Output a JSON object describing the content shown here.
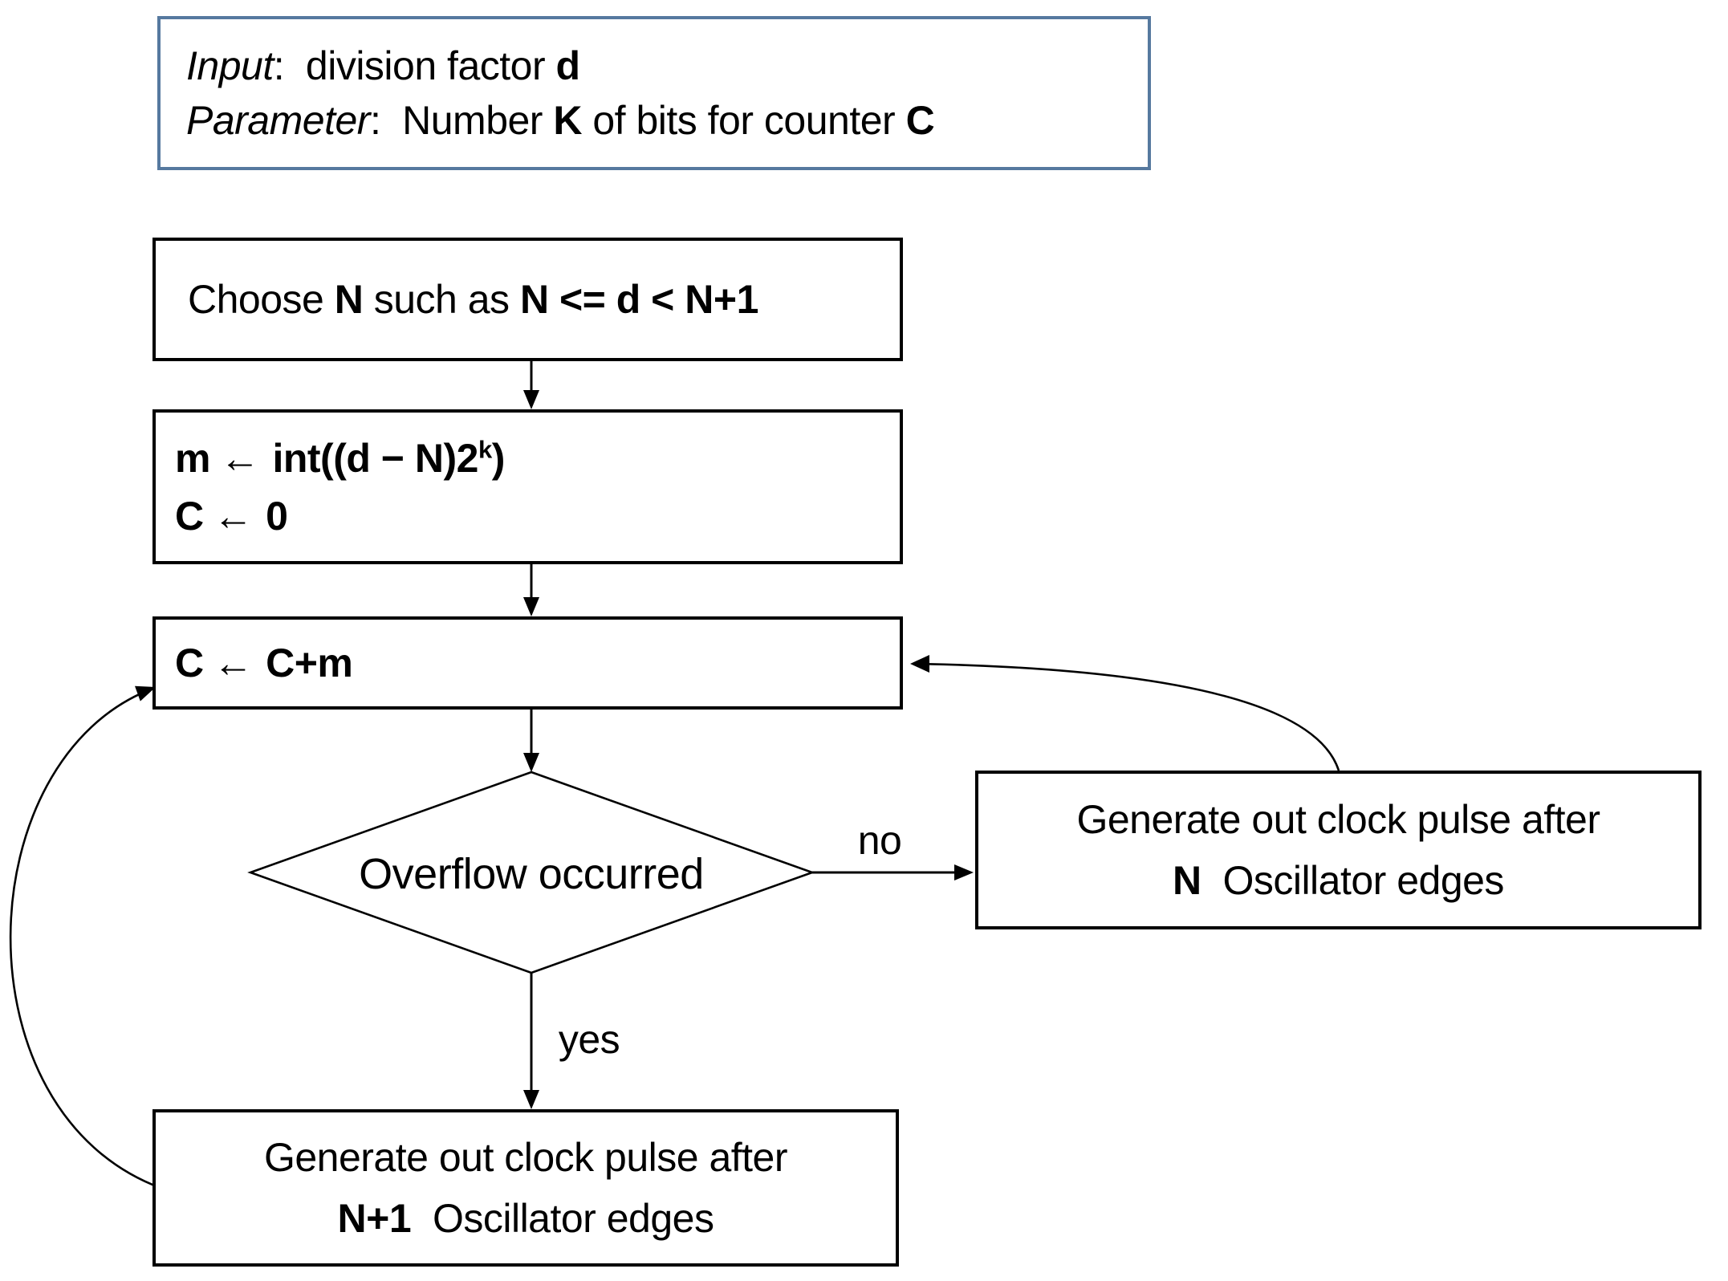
{
  "legend": {
    "input_label": "Input",
    "input_sep": ":  ",
    "input_text": "division factor ",
    "input_var": "d",
    "param_label": "Parameter",
    "param_sep": ":  ",
    "param_text1": "Number ",
    "param_var1": "K",
    "param_text2": " of bits for counter ",
    "param_var2": "C"
  },
  "steps": {
    "choose": {
      "t1": "Choose ",
      "b1": "N",
      "t2": " such as ",
      "b2": "N <= d < N+1"
    },
    "init": {
      "l1_lhs": "m",
      "l1_arrow": "←",
      "l1_body": "int((d − N)2",
      "l1_sup": "k",
      "l1_close": ")",
      "l2_lhs": "C",
      "l2_arrow": "←",
      "l2_rhs": "0"
    },
    "accumulate": {
      "lhs": "C",
      "arrow": "←",
      "rhs": "C+m"
    },
    "decision": {
      "text": "Overflow occurred"
    },
    "pulse_n": {
      "line1": "Generate out clock pulse after",
      "var": "N",
      "line2_rest": "  Oscillator edges"
    },
    "pulse_n_plus_1": {
      "line1": "Generate out clock pulse after",
      "var": "N+1",
      "line2_rest": "  Oscillator edges"
    }
  },
  "branch_labels": {
    "no": "no",
    "yes": "yes"
  },
  "colors": {
    "legend_border": "#56799f",
    "box_border": "#000000",
    "ink": "#000000",
    "background": "#ffffff"
  }
}
